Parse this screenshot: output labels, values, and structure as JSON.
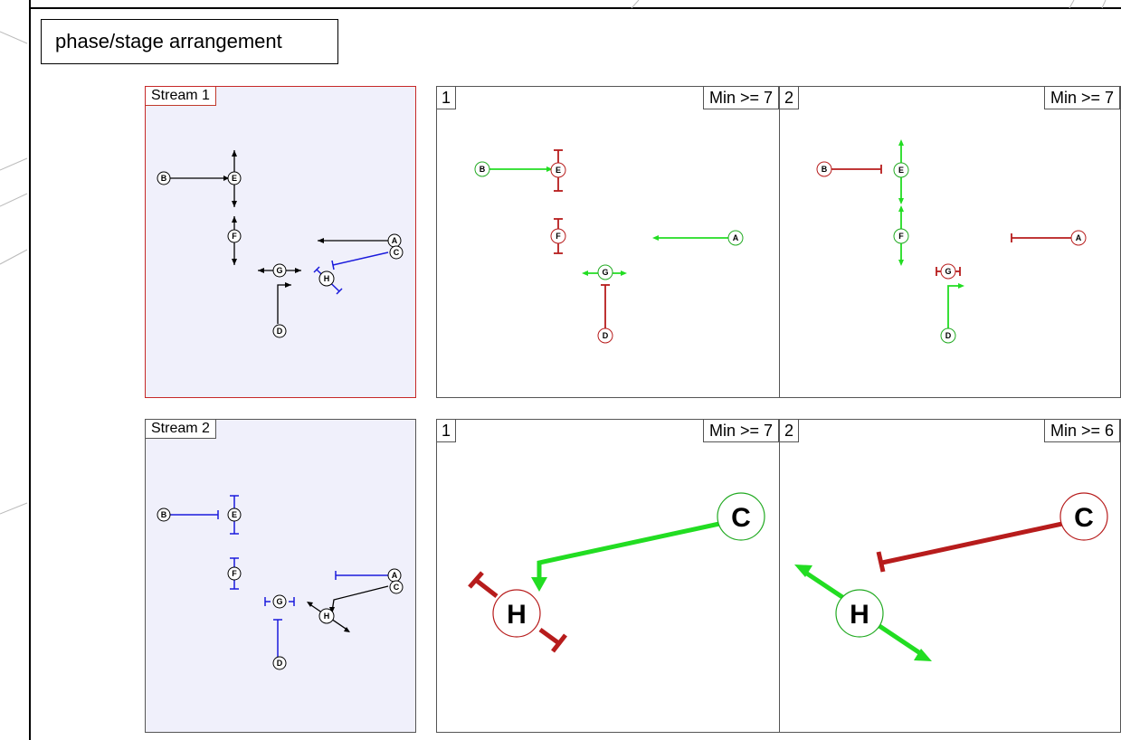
{
  "title": "phase/stage arrangement",
  "streams": [
    {
      "label": "Stream 1",
      "stages": [
        {
          "number": "1",
          "min": "Min >= 7"
        },
        {
          "number": "2",
          "min": "Min >= 7"
        }
      ]
    },
    {
      "label": "Stream 2",
      "stages": [
        {
          "number": "1",
          "min": "Min >= 7"
        },
        {
          "number": "2",
          "min": "Min >= 6"
        }
      ]
    }
  ],
  "nodes": [
    "A",
    "B",
    "C",
    "D",
    "E",
    "F",
    "G",
    "H"
  ],
  "colors": {
    "go": "#22dd22",
    "stop": "#b71c1c",
    "stream_blue": "#1a1adc",
    "panel_bg": "#f0f0fb",
    "line": "#000000"
  }
}
